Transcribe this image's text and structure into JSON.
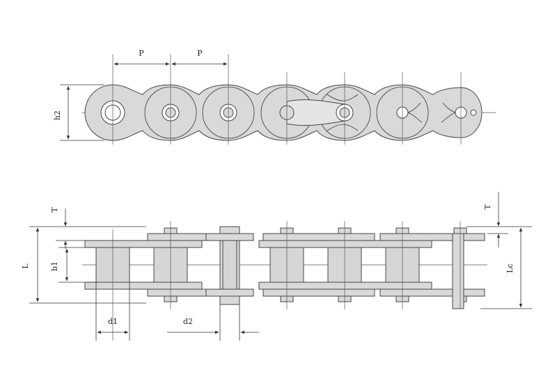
{
  "labels": {
    "pitch_left": "P",
    "pitch_right": "P",
    "plate_height": "h2",
    "plate_thickness_left": "T",
    "plate_thickness_right": "T",
    "overall_length": "L",
    "inner_width": "b1",
    "connecting_length": "Lc",
    "roller_diameter": "d1",
    "pin_diameter": "d2"
  },
  "colors": {
    "part_fill": "#d9d9d9",
    "outline": "#444444",
    "background": "#ffffff"
  }
}
